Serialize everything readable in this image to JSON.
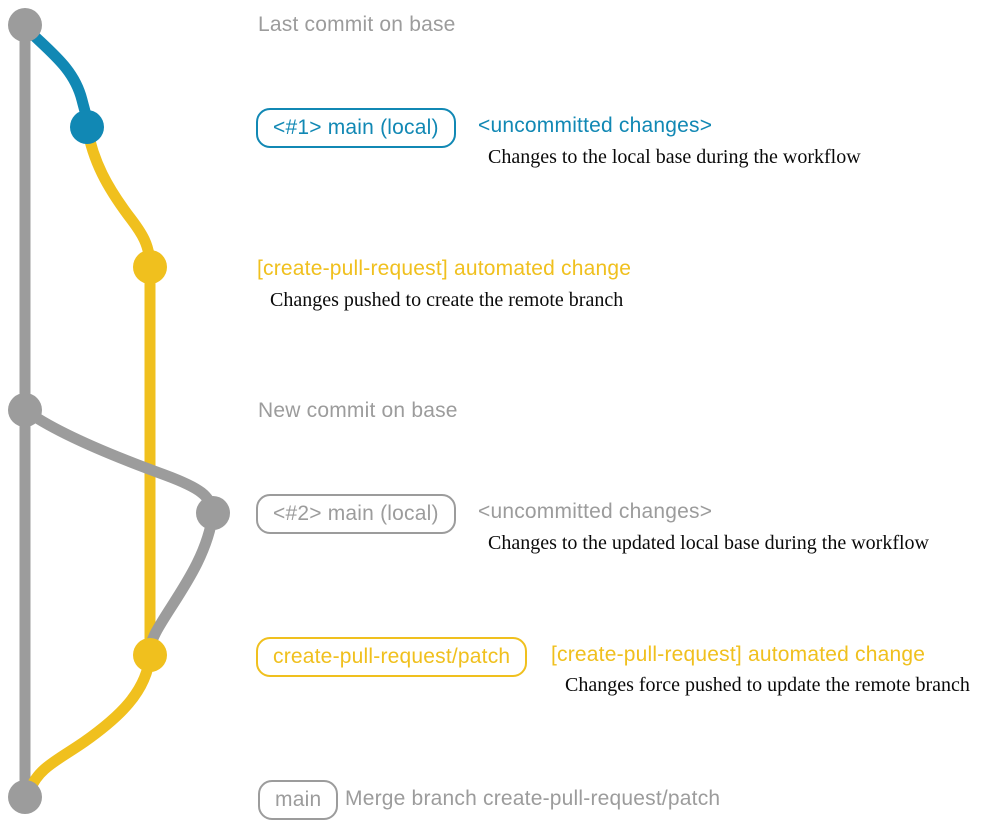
{
  "colors": {
    "gray": "#9c9c9c",
    "blue": "#1188b4",
    "yellow": "#f0c01e",
    "desc": "#0a0a0a"
  },
  "graph": {
    "branches": [
      "base",
      "main-local",
      "create-pull-request/patch"
    ],
    "commits": [
      {
        "name": "last-commit-on-base",
        "color": "gray"
      },
      {
        "name": "local-commit-1",
        "color": "blue"
      },
      {
        "name": "remote-branch-commit-1",
        "color": "yellow"
      },
      {
        "name": "new-commit-on-base",
        "color": "gray"
      },
      {
        "name": "local-commit-2",
        "color": "gray"
      },
      {
        "name": "remote-branch-commit-2",
        "color": "yellow"
      },
      {
        "name": "merge-commit",
        "color": "gray"
      }
    ]
  },
  "annotations": {
    "last_commit": {
      "title": "Last commit on base"
    },
    "pr1_local": {
      "badge": "<#1> main (local)",
      "note": "<uncommitted changes>",
      "desc": "Changes to the local base during the workflow"
    },
    "pr1_remote": {
      "title": "[create-pull-request] automated change",
      "desc": "Changes pushed to create the remote branch"
    },
    "new_commit": {
      "title": "New commit on base"
    },
    "pr2_local": {
      "badge": "<#2> main (local)",
      "note": "<uncommitted changes>",
      "desc": "Changes to the updated local base during the workflow"
    },
    "pr2_remote": {
      "badge": "create-pull-request/patch",
      "note": "[create-pull-request] automated change",
      "desc": "Changes force pushed to update the remote branch"
    },
    "merge": {
      "badge": "main",
      "note": "Merge branch create-pull-request/patch"
    }
  }
}
